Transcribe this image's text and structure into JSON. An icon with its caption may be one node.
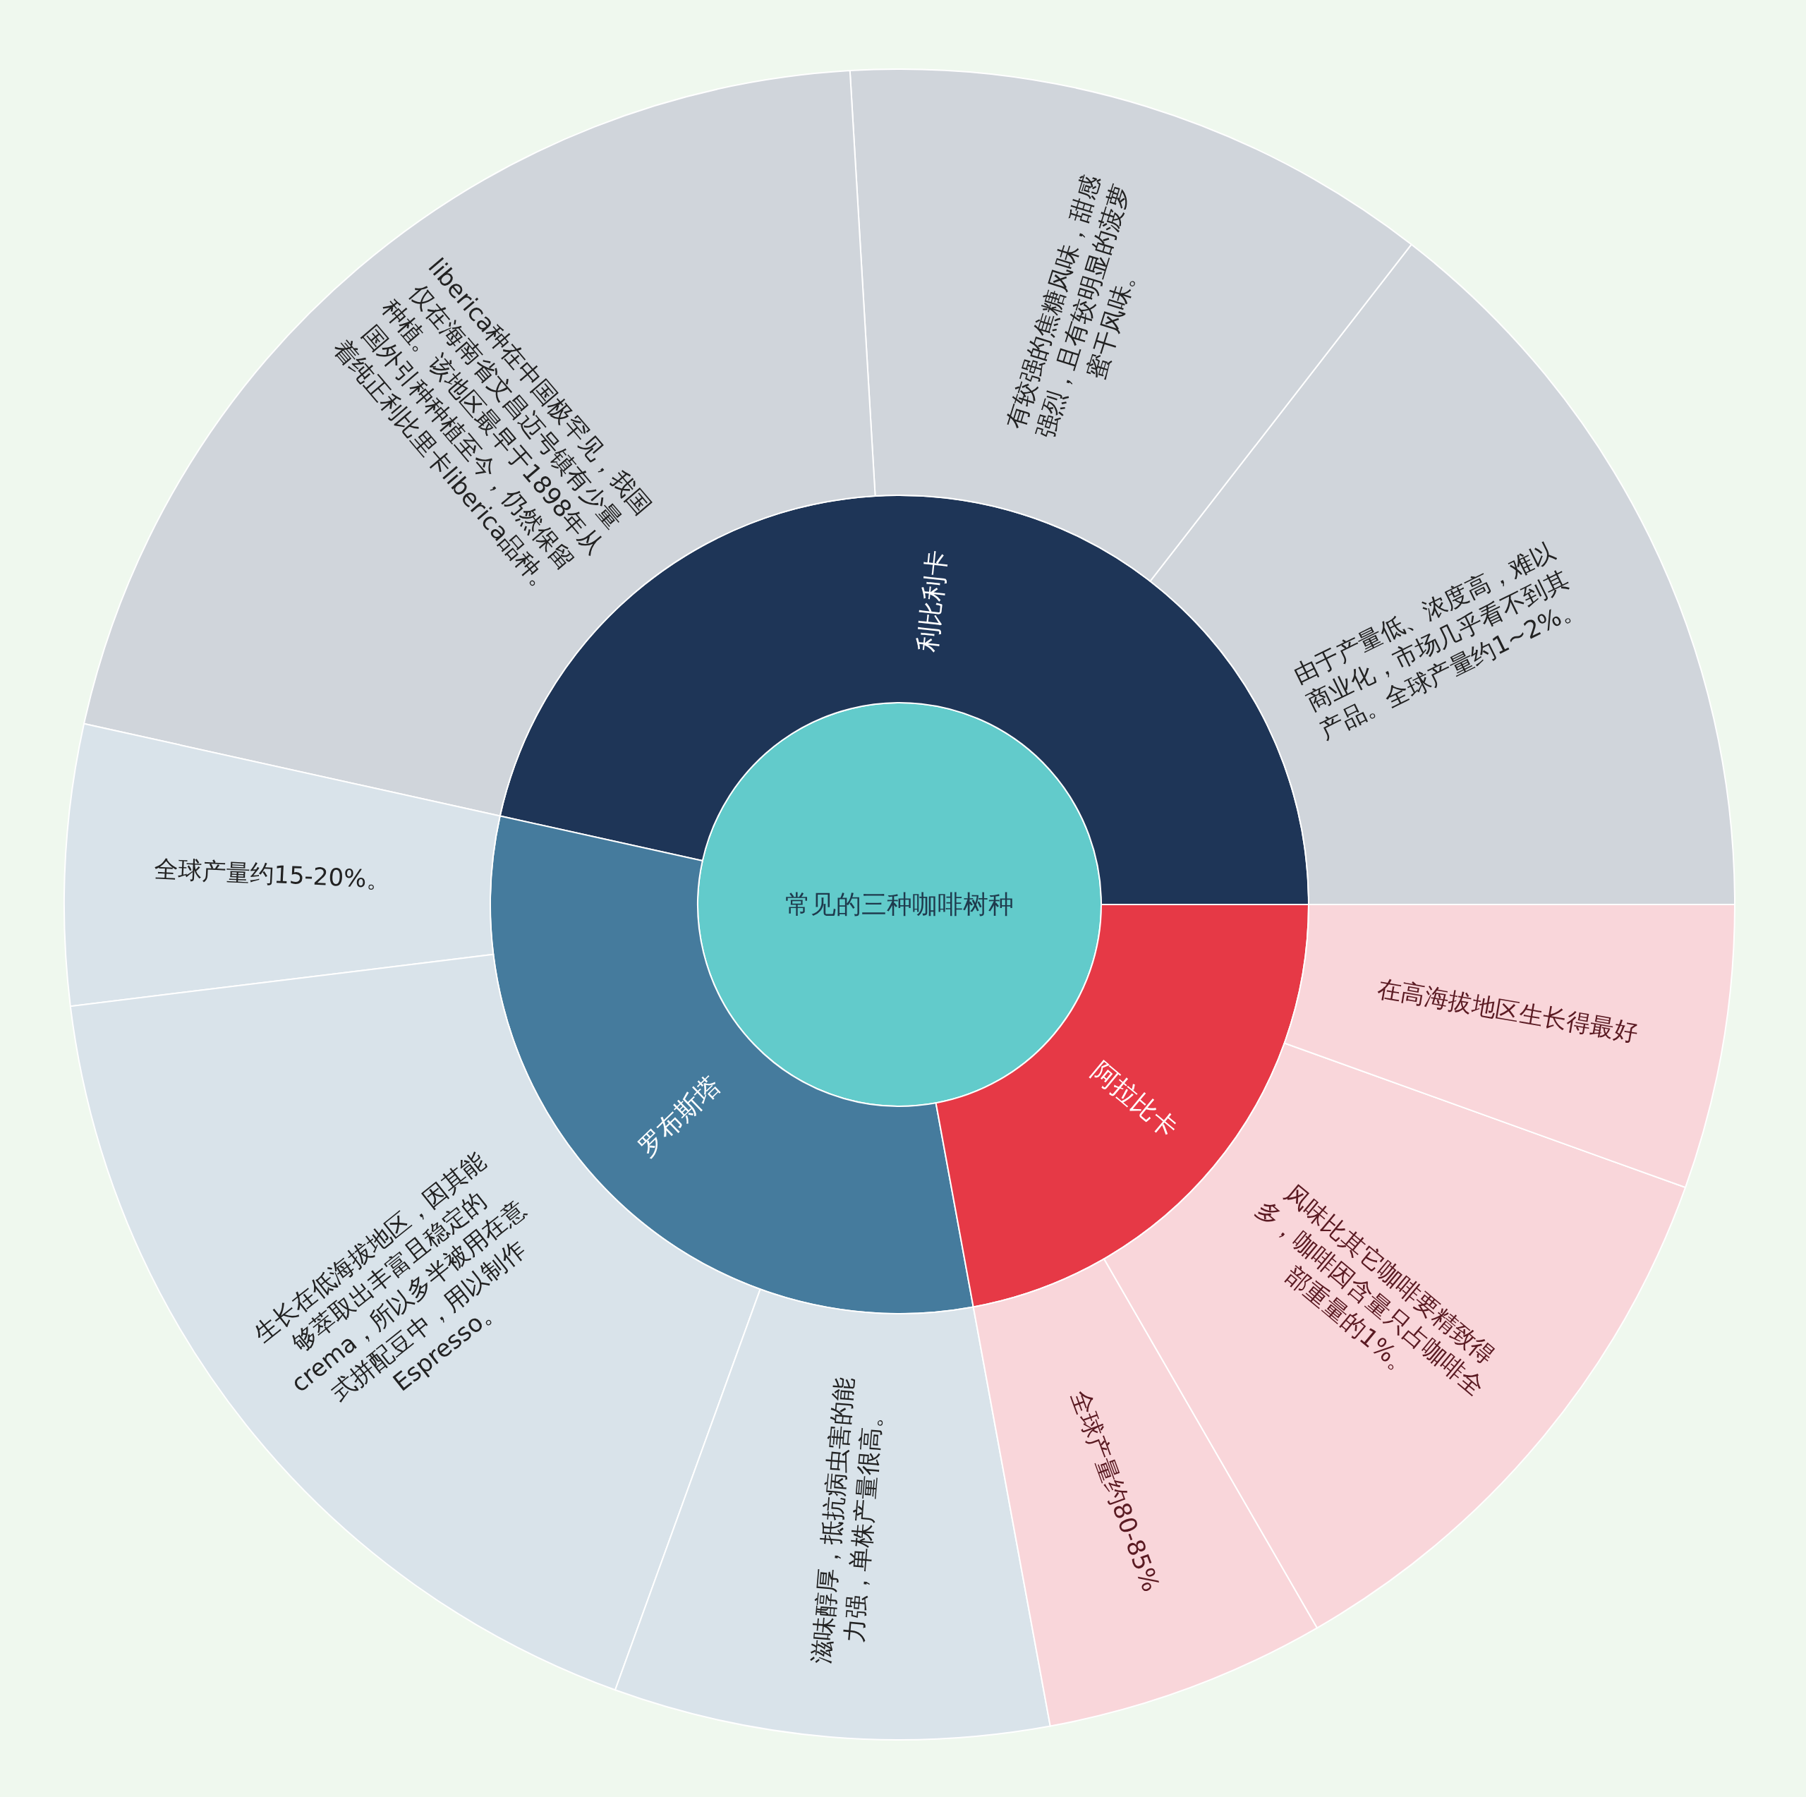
{
  "diagram": {
    "nodes": [
      {
        "text": [
          "常见的三种咖啡树种"
        ]
      },
      {
        "text": [
          "利比利卡"
        ]
      },
      {
        "text": [
          "罗布斯塔"
        ]
      },
      {
        "text": [
          "阿拉比卡"
        ]
      },
      {
        "text": [
          "由于产量低、浓度高，难以商业化，市场几乎看不到其产品。全球产量约1~2%。"
        ]
      },
      {
        "text": [
          "有较强的焦糖风味，甜感强烈，且有较明显的菠萝蜜干风味。"
        ]
      },
      {
        "text": [
          "liberica种在中国极罕见，我国仅在海南省文昌迈号镇有少量种植。该地区最早于1898年从国外引种种植至今，仍然保留着纯正利比里卡liberica品种。"
        ]
      },
      {
        "text": [
          "全球产量约15-20%。"
        ]
      },
      {
        "text": [
          "生长在低海拔地区，因其能够萃取出丰富且稳定的crema，所以多半被用在意式拼配豆中，用以制作Espresso。"
        ]
      },
      {
        "text": [
          "滋味醇厚，抵抗病虫害的能力强，单株产量很高。"
        ]
      },
      {
        "text": [
          "全球产量约80-85%"
        ]
      },
      {
        "text": [
          "风味比其它咖啡要精致得多，咖啡因含量只占咖啡全部重量的1%。"
        ]
      },
      {
        "text": [
          "在高海拔地区生长得最好"
        ]
      }
    ]
  }
}
